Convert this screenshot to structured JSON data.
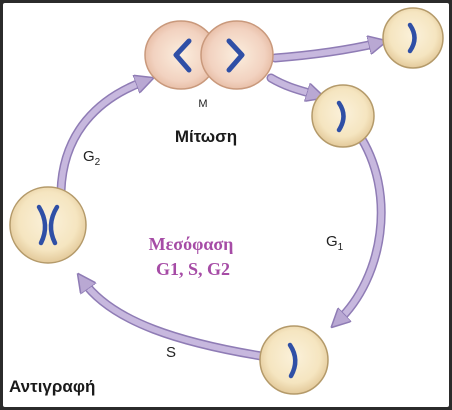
{
  "labels": {
    "m": "M",
    "mitosis": "Μίτωση",
    "g2": "G",
    "g2_sub": "2",
    "g1": "G",
    "g1_sub": "1",
    "s": "S",
    "interphase_title": "Μεσόφαση",
    "interphase_phases": "G1, S, G2",
    "replication": "Αντιγραφή"
  },
  "colors": {
    "arrow": "#b9a8d3",
    "arrow_edge": "#8f7cb5",
    "cell_fill": "#f7e9c8",
    "cell_edge": "#b49a6a",
    "chromosome": "#2f4fa6",
    "accent_text": "#a64ca6"
  }
}
